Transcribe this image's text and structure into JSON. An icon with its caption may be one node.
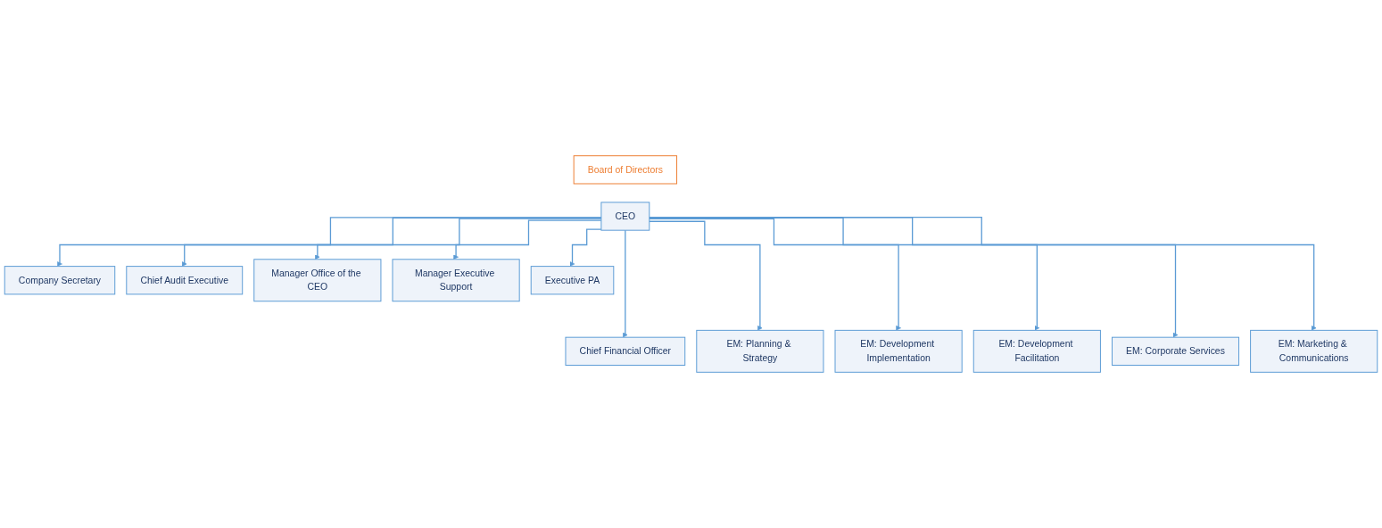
{
  "diagram": {
    "nodes": [
      {
        "text": [
          "Board of Directors"
        ]
      },
      {
        "text": [
          "CEO"
        ]
      },
      {
        "text": [
          "Company Secretary"
        ]
      },
      {
        "text": [
          "Chief Audit Executive"
        ]
      },
      {
        "text": [
          "Manager Office of the CEO"
        ]
      },
      {
        "text": [
          "Manager Executive Support"
        ]
      },
      {
        "text": [
          "Executive PA"
        ]
      },
      {
        "text": [
          "Chief Financial Officer"
        ]
      },
      {
        "text": [
          "EM: Planning & Strategy"
        ]
      },
      {
        "text": [
          "EM: Development Implementation"
        ]
      },
      {
        "text": [
          "EM: Development Facilitation"
        ]
      },
      {
        "text": [
          "EM: Corporate Services"
        ]
      },
      {
        "text": [
          "EM: Marketing & Communications"
        ]
      }
    ],
    "edges": [
      {
        "from": 1,
        "to": 2,
        "arrow": "to"
      },
      {
        "from": 1,
        "to": 3,
        "arrow": "to"
      },
      {
        "from": 1,
        "to": 4,
        "arrow": "to"
      },
      {
        "from": 1,
        "to": 5,
        "arrow": "to"
      },
      {
        "from": 1,
        "to": 6,
        "arrow": "to"
      },
      {
        "from": 1,
        "to": 7,
        "arrow": "to"
      },
      {
        "from": 1,
        "to": 8,
        "arrow": "to"
      },
      {
        "from": 1,
        "to": 9,
        "arrow": "to"
      },
      {
        "from": 1,
        "to": 10,
        "arrow": "to"
      },
      {
        "from": 1,
        "to": 11,
        "arrow": "to"
      },
      {
        "from": 1,
        "to": 12,
        "arrow": "to"
      }
    ]
  }
}
